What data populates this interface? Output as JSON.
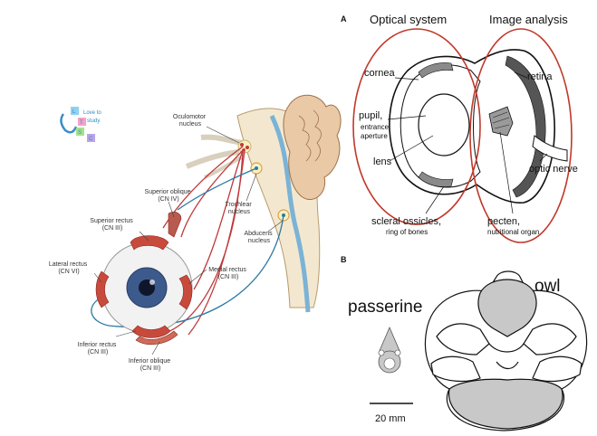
{
  "left_figure": {
    "watermark": {
      "line1": "Love to",
      "line2": "study",
      "letters": [
        "L",
        "T",
        "S",
        "C"
      ]
    },
    "labels": {
      "oculomotor": [
        "Oculomotor",
        "nucleus"
      ],
      "superior_oblique": [
        "Superior oblique",
        "(CN IV)"
      ],
      "superior_rectus": [
        "Superior rectus",
        "(CN III)"
      ],
      "trochlear": [
        "Trochlear",
        "nucleus"
      ],
      "abducens": [
        "Abducens",
        "nucleus"
      ],
      "lateral_rectus": [
        "Lateral rectus",
        "(CN VI)"
      ],
      "medial_rectus": [
        "Medial rectus",
        "(CN III)"
      ],
      "inferior_rectus": [
        "Inferior rectus",
        "(CN III)"
      ],
      "inferior_oblique": [
        "Inferior oblique",
        "(CN III)"
      ]
    },
    "colors": {
      "nerve_red": "#c0393b",
      "nerve_blue": "#2b7aa3",
      "brainstem": "#f0e4c8",
      "muscle": "#c84a3c",
      "iris": "#3d5a8c"
    }
  },
  "panel_a": {
    "letter": "A",
    "optical_system": "Optical system",
    "image_analysis": "Image analysis",
    "cornea": "cornea",
    "pupil": "pupil,",
    "entrance": "entrance",
    "aperture": "aperture",
    "lens": "lens",
    "scleral": "scleral ossicles,",
    "ring": "ring of bones",
    "retina": "retina",
    "optic_nerve": "optic nerve",
    "pecten": "pecten,",
    "nutritional": "nutritional organ",
    "ellipse_color": "#c0392b"
  },
  "panel_b": {
    "letter": "B",
    "passerine": "passerine",
    "owl": "owl",
    "scale": "20 mm",
    "fill_color": "#c8c8c8"
  }
}
